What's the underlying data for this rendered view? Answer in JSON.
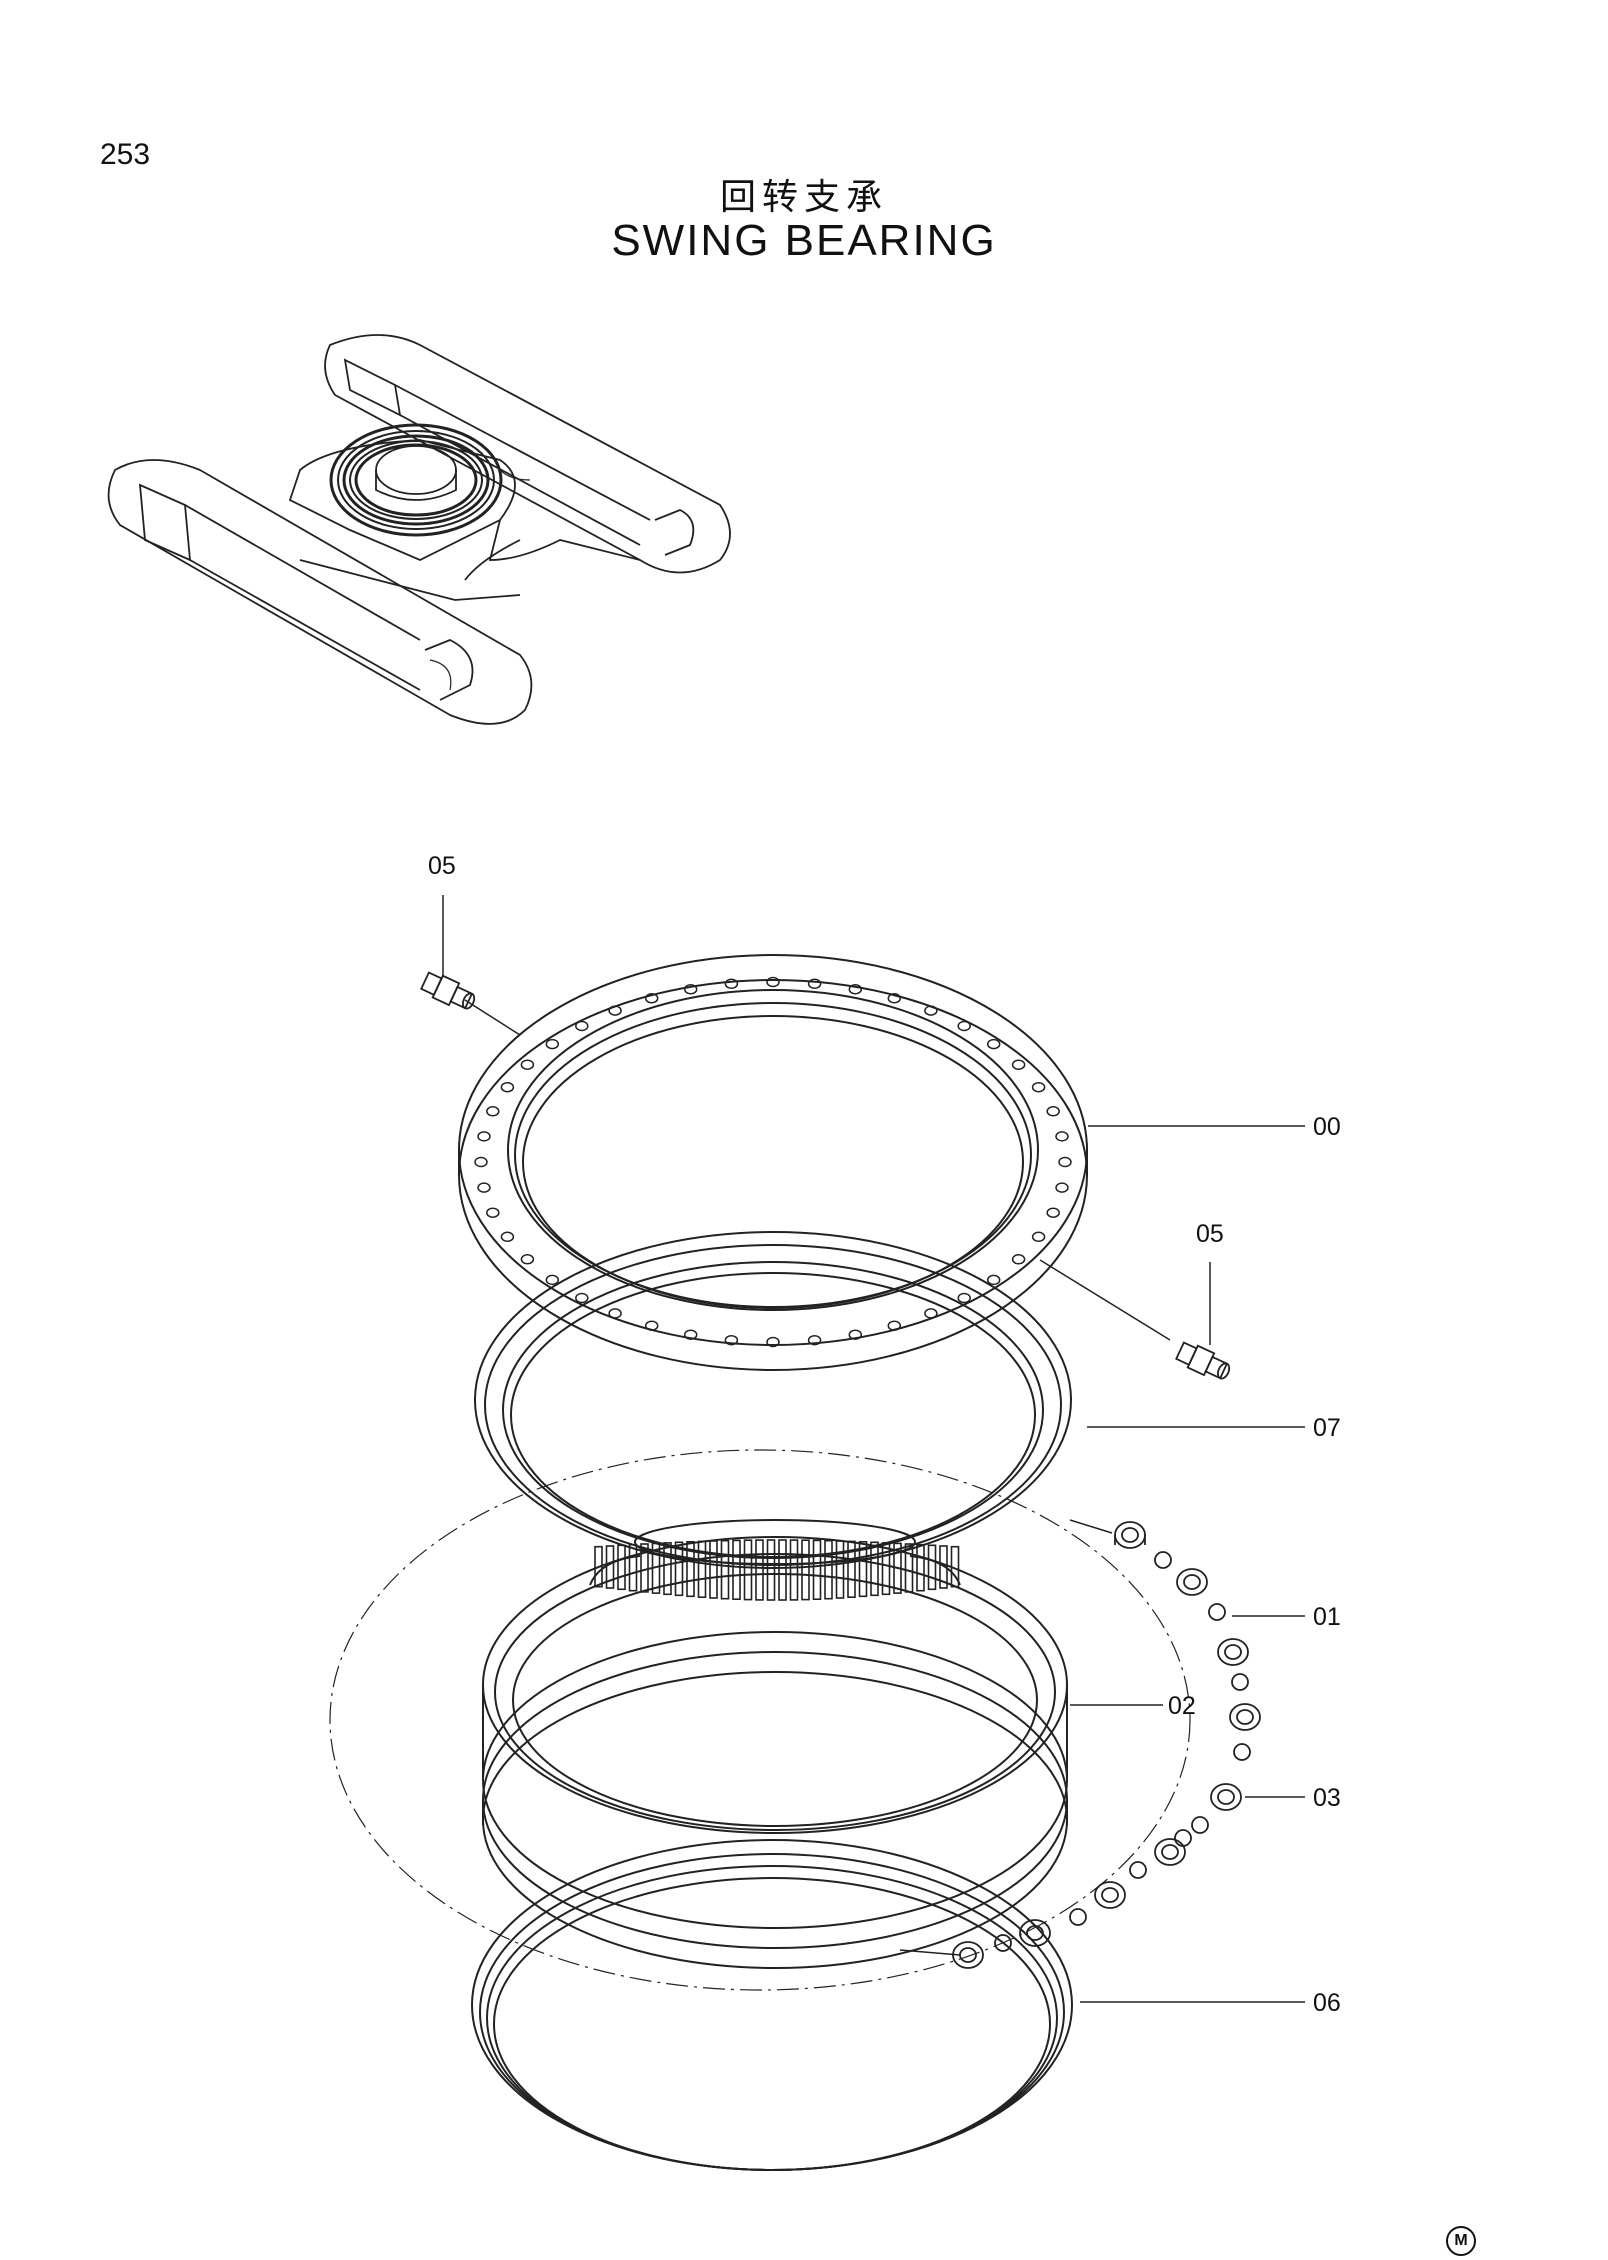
{
  "page": {
    "number": "253",
    "title_cn": "回转支承",
    "title_en": "SWING BEARING",
    "mark": "M"
  },
  "callouts": {
    "c05_top": "05",
    "c00": "00",
    "c05_right": "05",
    "c07": "07",
    "c01": "01",
    "c02": "02",
    "c03": "03",
    "c06": "06"
  }
}
